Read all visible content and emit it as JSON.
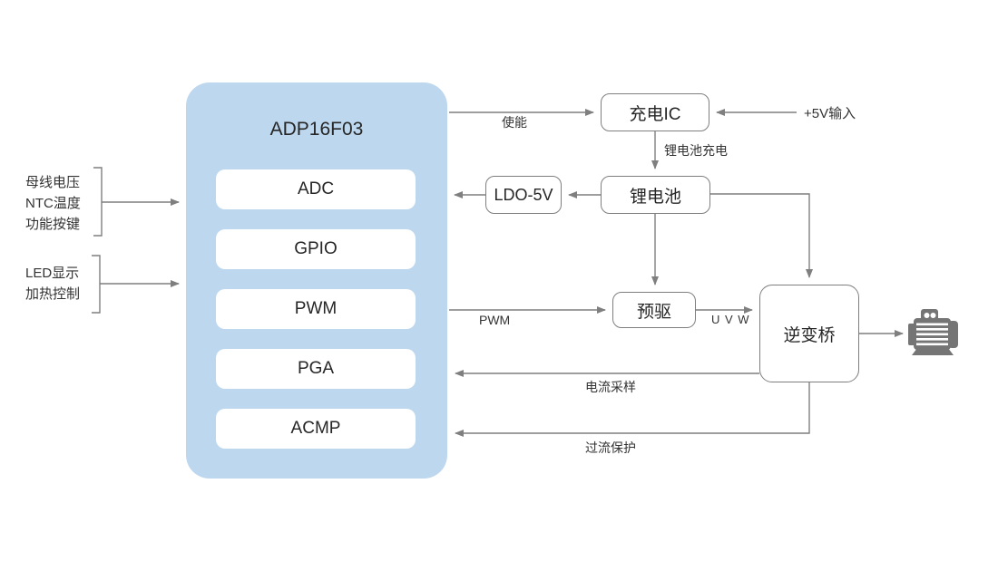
{
  "diagram": {
    "main_block": {
      "title": "ADP16F03",
      "modules": [
        "ADC",
        "GPIO",
        "PWM",
        "PGA",
        "ACMP"
      ]
    },
    "nodes": {
      "charger_ic": "充电IC",
      "ldo": "LDO-5V",
      "battery": "锂电池",
      "predriver": "预驱",
      "inverter": "逆变桥"
    },
    "edge_labels": {
      "enable": "使能",
      "input_5v": "+5V输入",
      "battery_charge": "锂电池充电",
      "pwm": "PWM",
      "uvw": "U V W",
      "current_sample": "电流采样",
      "overcurrent_protect": "过流保护"
    },
    "input_groups": {
      "sense": [
        "母线电压",
        "NTC温度",
        "功能按键"
      ],
      "control": [
        "LED显示",
        "加热控制"
      ]
    },
    "icons": {
      "motor": "motor-icon"
    },
    "colors": {
      "main_block_fill": "#BDD7EE",
      "connector_gray": "#7F7F7F",
      "node_fill": "#FFFFFF",
      "node_border": "#7F7F7F",
      "text": "#2B2B2B",
      "motor_gray": "#757575"
    }
  }
}
